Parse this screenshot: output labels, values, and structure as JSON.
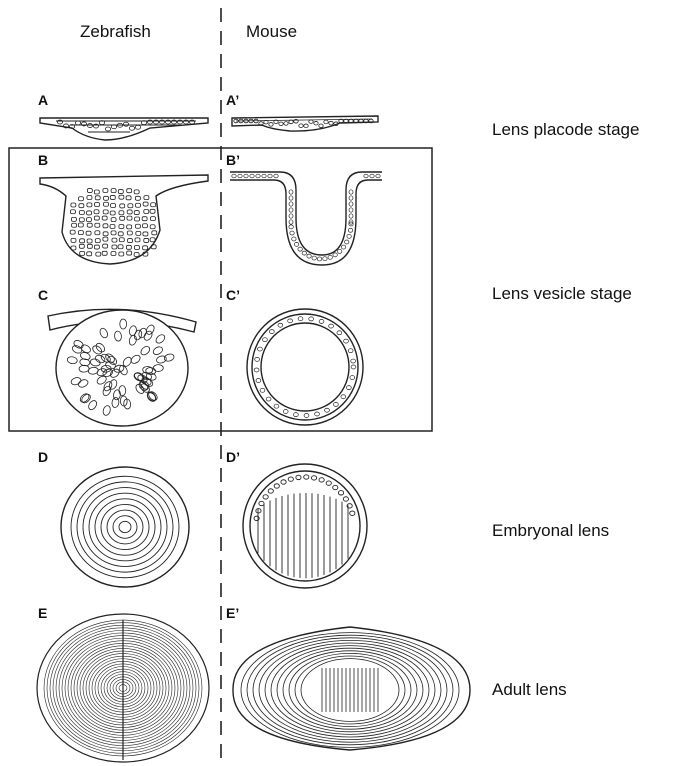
{
  "columns": {
    "left": "Zebrafish",
    "right": "Mouse"
  },
  "panels": {
    "A": "A",
    "A_prime": "A’",
    "B": "B",
    "B_prime": "B’",
    "C": "C",
    "C_prime": "C’",
    "D": "D",
    "D_prime": "D’",
    "E": "E",
    "E_prime": "E’"
  },
  "stages": {
    "placode": "Lens placode stage",
    "vesicle": "Lens vesicle stage",
    "embryonal": "Embryonal lens",
    "adult": "Adult lens"
  }
}
